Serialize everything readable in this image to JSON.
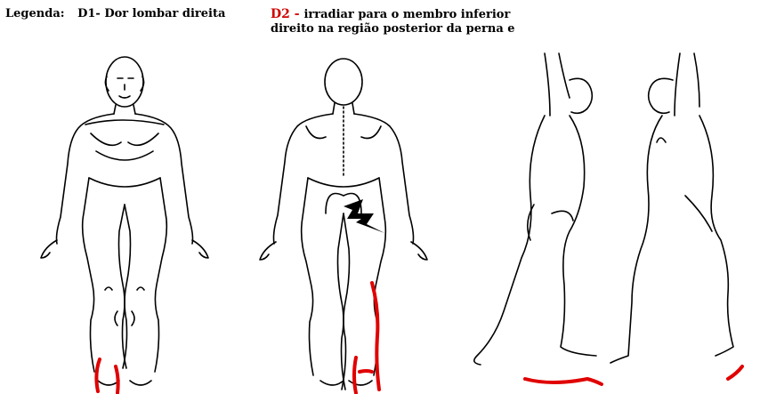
{
  "legend": {
    "label": "Legenda:",
    "d1": "D1- Dor lombar direita",
    "d2_code": "D2",
    "d2_sep": " - ",
    "d2_line1": "irradiar para o membro inferior",
    "d2_line2": "direito na região posterior da perna e"
  },
  "colors": {
    "outline": "#000000",
    "pain_marker": "#e00000",
    "red_label": "#d10000"
  },
  "figures": [
    "front-view",
    "back-view",
    "right-side-view",
    "left-side-view"
  ],
  "icons": {
    "lumbar_pain": "lightning-bolt-icon"
  }
}
